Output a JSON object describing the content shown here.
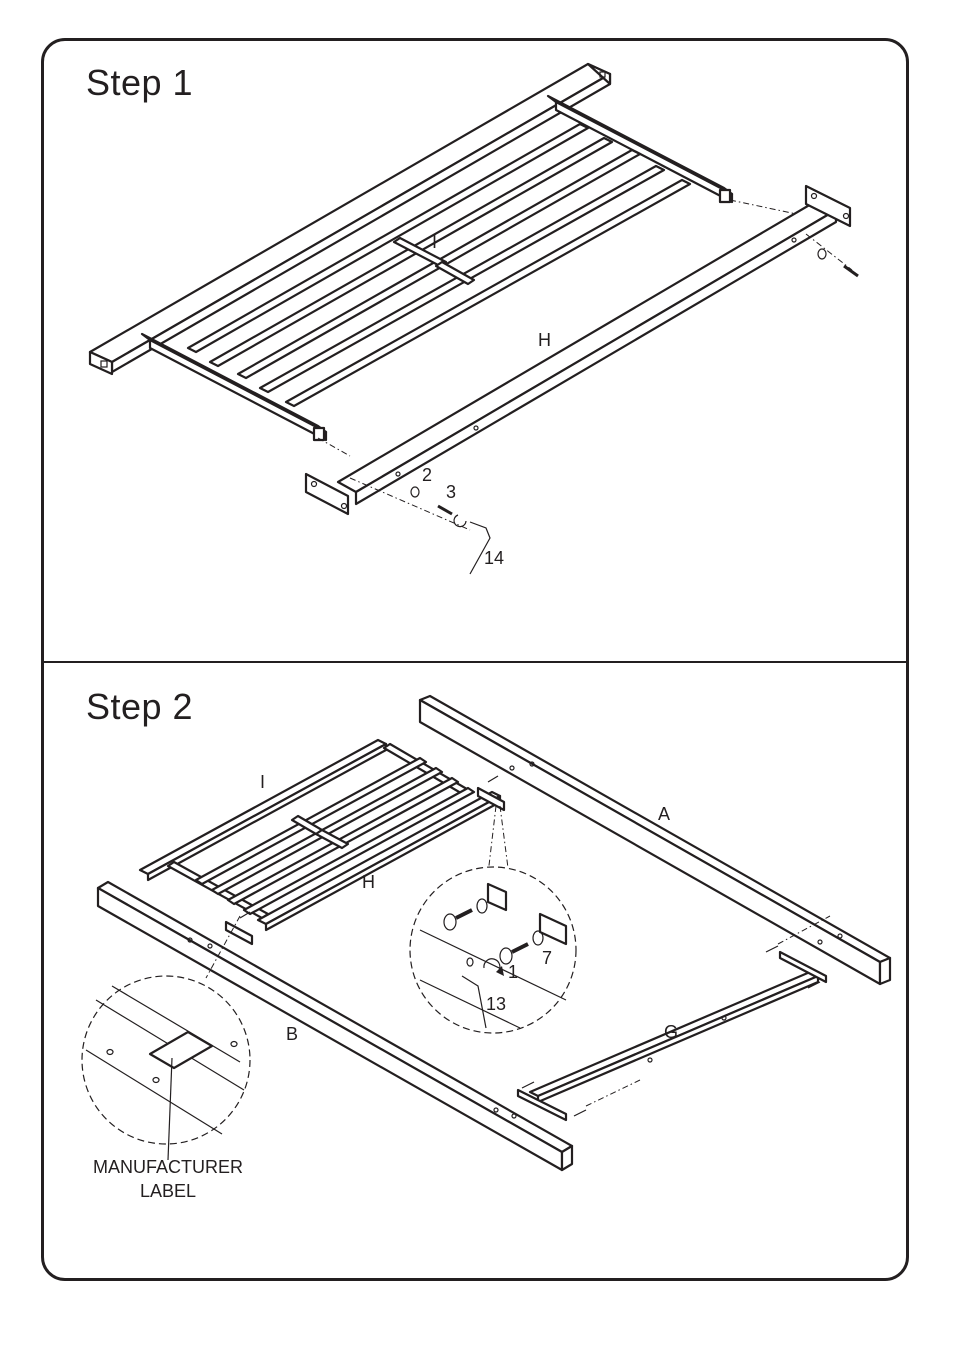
{
  "steps": [
    {
      "title": "Step  1",
      "parts": {
        "frame": "I",
        "rail": "H",
        "washer": "2",
        "bolt": "3",
        "wrench": "14"
      }
    },
    {
      "title": "Step  2",
      "parts": {
        "frame": "I",
        "rail_h": "H",
        "rail_a": "A",
        "rail_b": "B",
        "rail_g": "G",
        "detail_bolt": "1",
        "detail_washer": "7",
        "detail_wrench": "13"
      },
      "callout": {
        "line1": "MANUFACTURER",
        "line2": "LABEL"
      }
    }
  ]
}
